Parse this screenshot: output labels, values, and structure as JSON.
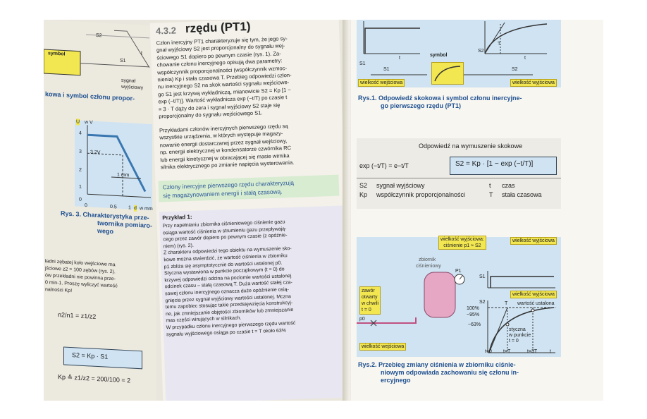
{
  "left_page": {
    "symbol_label": "symbol",
    "s1": "S1",
    "s2": "S2",
    "t": "t",
    "signal_out": "sygnał wyjściowy",
    "caption_top": "kowa i symbol członu propor-",
    "graph": {
      "u_label": "U",
      "unit": "w V",
      "yticks": [
        "4",
        "3",
        "2",
        "1",
        "0"
      ],
      "xticks": [
        "0",
        "0.5",
        "1"
      ],
      "annot_32": "3,2V",
      "annot_1mm": "1 mm",
      "d_label": "d",
      "xunit": "w mm"
    },
    "caption_rys3": [
      "Rys. 3. Charakterystyka prze-",
      "twornika pomiaro-",
      "wego"
    ],
    "text_lines": [
      "ładni zębatej koło wejściowe ma",
      "jściowe z2 = 100 zębów (rys. 2).",
      "ów przekładni nie powinna prze-",
      "0 min-1. Proszę wyliczyć wartość",
      "nalności Kp!"
    ],
    "eq1": "n2/n1 = z1/z2",
    "eq_box": "S2 = Kp · S1",
    "eq2": "Kp ≙ z1/z2 = 200/100 = 2"
  },
  "middle_page": {
    "heading_num": "4.3.2",
    "heading": "rzędu (PT1)",
    "para1": [
      "Człon inercyjny PT1 charakteryzuje się tym, że jego sy-",
      "gnał wyjściowy S2 jest proporcjonalny do sygnału wej-",
      "ściowego S1 dopiero po pewnym czasie (rys. 1). Za-",
      "chowanie członu inercyjnego opisują dwa parametry:",
      "współczynnik proporcjonalności (współczynnik wzmoc-",
      "nienia) Kp i stała czasowa T. Przebieg odpowiedzi człon-",
      "nu inercyjnego S2 na skok wartości sygnału wejściowe-",
      "go S1 jest krzywą wykładniczą, mianowicie S2 = Kp [1 −",
      "exp (−t/T)]. Wartość wykładnicza exp (−t/T) po czasie t",
      "= 3 · T dąży do zera i sygnał wyjściowy S2 staje się",
      "proporcjonalny do sygnału wejściowego S1."
    ],
    "para2": [
      "Przykładami członów inercyjnych pierwszego rzędu są",
      "wszystkie urządzenia, w których występuje magazy-",
      "nowanie energii dostarczanej przez sygnał wejściowy,",
      "np. energii elektrycznej w kondensatorze czwórnika RC",
      "lub energii kinetycznej w obracającej się masie wirnika",
      "silnika elektrycznego po zmianie napięcia wysterowania."
    ],
    "highlight": [
      "Człony inercyjne pierwszego rzędu charakteryzują",
      "się magazynowaniem energii i stałą czasową."
    ],
    "example_title": "Przykład 1:",
    "example": [
      "Przy napełnianiu zbiornika ciśnieniowego ciśnienie gazu",
      "osiąga wartość ciśnienia w strumieniu gazu przepływają-",
      "cego przez zawór dopiero po pewnym czasie (z opóźnie-",
      "niem) (rys. 2).",
      "Z charakteru odpowiedzi tego obiektu na wymuszenie sko-",
      "kowe można stwierdzić, że wartość ciśnienia w zbiorniku",
      "p1 zbliża się asymptotycznie do wartości ustalonej p0.",
      "Styczna wystawiona w punkcie początkowym (t = 0) do",
      "krzywej odpowiedzi odcina na poziomie wartości ustalonej",
      "odcinek czasu – stałą czasową T. Duża wartość stałej cza-",
      "sowej członu inercyjnego oznacza duże opóźnienie osią-",
      "gnięcia przez sygnał wyjściowy wartości ustalonej. Mczna",
      "temu zapobiec stosując takie przedsięwzięcia konstrukcyj-",
      "ne, jak zmniejszanie objętości zbiorników lub zmniejszanie",
      "mas części wirujących w silnikach.",
      "W przypadku członu inercyjnego pierwszego rzędu wartość",
      "sygnału wyjściowego osiąga po czasie t = T około 63%"
    ]
  },
  "right_page": {
    "fig1": {
      "s1": "S1",
      "s2": "S2",
      "t": "t",
      "T": "T",
      "symbol": "symbol",
      "in_label": "wielkość wejściowa",
      "out_label": "wielkość wyjściowa",
      "caption": [
        "Rys.1.  Odpowiedź skokowa i symbol członu inercyjne-",
        "go pierwszego rzędu (PT1)"
      ]
    },
    "box": {
      "title": "Odpowiedź na wymuszenie skokowe",
      "exp": "exp (−t/T) = e−t/T",
      "formula": "S2 = Kp · [1 − exp (−t/T)]",
      "legend": [
        {
          "sym": "S2",
          "desc": "sygnał wyjściowy",
          "sym2": "t",
          "desc2": "czas"
        },
        {
          "sym": "Kp",
          "desc": "współczynnik proporcjonalności",
          "sym2": "T",
          "desc2": "stała czasowa"
        }
      ]
    },
    "fig2": {
      "label_top": [
        "wielkość wyjściowa:",
        "ciśnienie p1 ≈ S2"
      ],
      "label_out": "wielkość wyjściowa",
      "label_out2": "wielkość wyjściowa",
      "tank": [
        "zbiornik",
        "ciśnieniowy"
      ],
      "p1": "P1",
      "valve": [
        "zawór",
        "otwarty",
        "w chwili",
        "t = 0"
      ],
      "p0": "p0",
      "label_in": "wielkość wejściowa",
      "s1": "S1",
      "s2": "S2",
      "T": "T",
      "steady": "wartość ustalona",
      "pct": [
        "100%",
        "~95%",
        "~63%"
      ],
      "tangent": [
        "styczna",
        "w punkcie",
        "t = 0"
      ],
      "xticks": [
        "t=0",
        "t=T",
        "t=3T",
        "t"
      ],
      "caption": [
        "Rys.2.  Przebieg zmiany ciśnienia w zbiorniku ciśnie-",
        "niowym odpowiada zachowaniu się członu in-",
        "ercyjnego"
      ]
    }
  },
  "colors": {
    "blue_panel": "#cfe3f2",
    "yellow": "#f2e651",
    "pink": "#e6a7c4",
    "caption_blue": "#1e4f8f"
  }
}
